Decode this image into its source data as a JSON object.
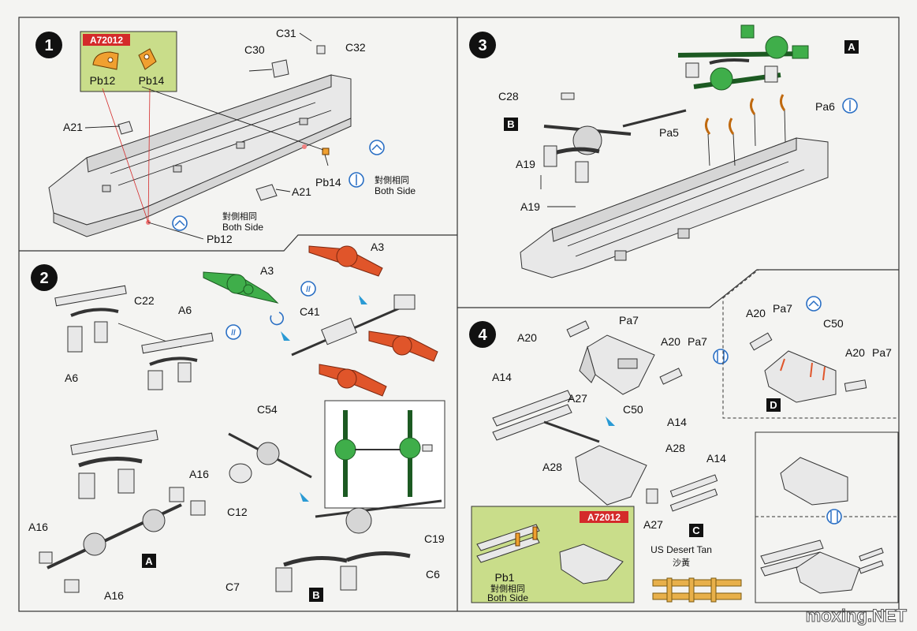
{
  "steps": [
    {
      "number": "1"
    },
    {
      "number": "2"
    },
    {
      "number": "3"
    },
    {
      "number": "4"
    }
  ],
  "step1": {
    "pe_sheet_code": "A72012",
    "pe_parts": [
      "Pb12",
      "Pb14"
    ],
    "labels": {
      "c31": "C31",
      "c30": "C30",
      "c32": "C32",
      "a21_left": "A21",
      "a21_right": "A21",
      "pb14": "Pb14",
      "pb12": "Pb12"
    },
    "both_side_cn": "對側相同",
    "both_side_en": "Both Side"
  },
  "step2": {
    "labels": {
      "c22": "C22",
      "a6_top": "A6",
      "a6_bottom": "A6",
      "a3_green": "A3",
      "a3_orange": "A3",
      "c41": "C41",
      "c54": "C54",
      "c12": "C12",
      "c19": "C19",
      "c6": "C6",
      "c7": "C7",
      "a16_a": "A16",
      "a16_b": "A16",
      "a16_c": "A16"
    },
    "sub_a": "A",
    "sub_b": "B"
  },
  "step3": {
    "labels": {
      "c28": "C28",
      "a19_top": "A19",
      "a19_bottom": "A19",
      "pa5": "Pa5",
      "pa6": "Pa6"
    },
    "sub_a": "A",
    "sub_b": "B"
  },
  "step4": {
    "labels": {
      "pa7_a": "Pa7",
      "a20_a": "A20",
      "a20_b": "A20",
      "pa7_b": "Pa7",
      "c50_a": "C50",
      "a14_a": "A14",
      "a27_a": "A27",
      "a28_a": "A28",
      "a14_b": "A14",
      "a28_b": "A28",
      "a14_c": "A14",
      "a27_b": "A27",
      "a20_d1": "A20",
      "pa7_d1": "Pa7",
      "c50_d": "C50",
      "a20_d2": "A20",
      "pa7_d2": "Pa7",
      "pb1": "Pb1"
    },
    "pe_sheet_code": "A72012",
    "both_side_cn": "對側相同",
    "both_side_en": "Both Side",
    "paint_en": "US Desert Tan",
    "paint_cn": "沙黃",
    "sub_c": "C",
    "sub_d": "D"
  },
  "watermark": "moxing.NET",
  "colors": {
    "highlight_green": "#3fae4a",
    "highlight_orange": "#e0552a",
    "photo_etch": "#f0a030",
    "pe_box_green": "#c9dd8a",
    "pe_code_red": "#d42a2a",
    "desert_tan": "#e8b04a",
    "note_blue": "#2a6fc4"
  },
  "icons": [
    "photo-etch-bend-icon",
    "glue-icon",
    "symmetric-both-side-icon",
    "rotate-arrow-icon",
    "step-arrow-icon"
  ]
}
